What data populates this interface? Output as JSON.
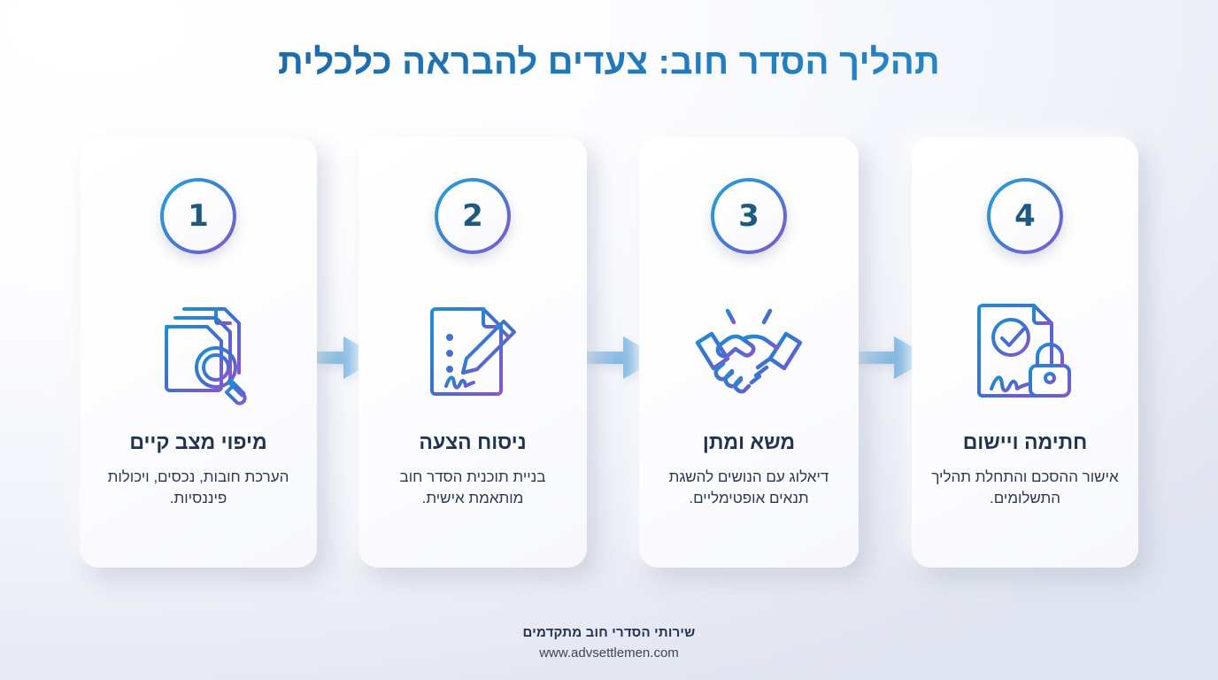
{
  "header": {
    "title": "תהליך הסדר חוב: צעדים להבראה כלכלית"
  },
  "steps": [
    {
      "number": "1",
      "icon": "documents-magnifier-icon",
      "title": "מיפוי מצב קיים",
      "description": "הערכת חובות, נכסים, ויכולות פיננסיות."
    },
    {
      "number": "2",
      "icon": "document-pencil-signature-icon",
      "title": "ניסוח הצעה",
      "description": "בניית תוכנית הסדר חוב מותאמת אישית."
    },
    {
      "number": "3",
      "icon": "handshake-icon",
      "title": "משא ומתן",
      "description": "דיאלוג עם הנושים להשגת תנאים אופטימליים."
    },
    {
      "number": "4",
      "icon": "document-check-lock-icon",
      "title": "חתימה ויישום",
      "description": "אישור ההסכם והתחלת תהליך התשלומים."
    }
  ],
  "connectors": [
    {
      "icon": "arrow-right-icon"
    },
    {
      "icon": "arrow-right-icon"
    },
    {
      "icon": "arrow-right-icon"
    }
  ],
  "footer": {
    "tagline": "שירותי הסדרי חוב מתקדמים",
    "website": "www.advsettlemen.com"
  },
  "colors": {
    "title_gradient_start": "#1a5f9e",
    "title_gradient_end": "#2a8fd0",
    "icon_gradient_start": "#1f8fd0",
    "icon_gradient_end": "#8b55cf",
    "circle_border_start": "#23a6d5",
    "circle_border_end": "#8b55cf",
    "number_color": "#1e5a80",
    "card_title_color": "#22334f",
    "card_desc_color": "#2d3950",
    "arrow_color": "#5fa8dd",
    "background": "#e7eaf4"
  }
}
